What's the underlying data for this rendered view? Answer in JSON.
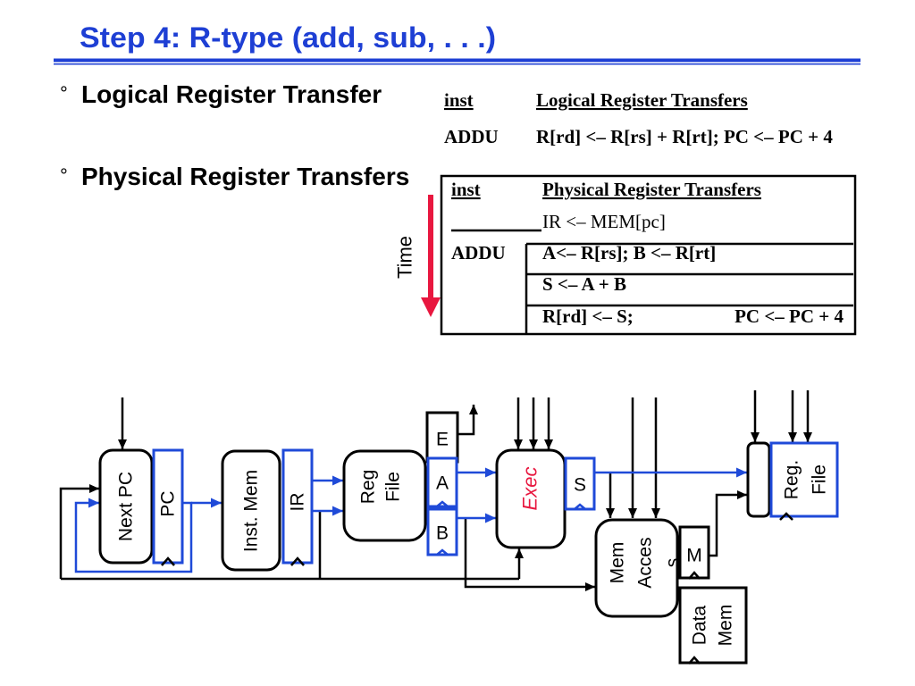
{
  "title": "Step 4: R-type (add, sub, . . .)",
  "bullets": [
    {
      "marker": "°",
      "text": "Logical Register Transfer"
    },
    {
      "marker": "°",
      "text": "Physical Register Transfers"
    }
  ],
  "logical_table": {
    "headers": [
      "inst",
      "Logical Register Transfers"
    ],
    "rows": [
      {
        "inst": "ADDU",
        "transfer": "R[rd] <– R[rs] + R[rt]; PC <– PC + 4"
      }
    ]
  },
  "physical_table": {
    "headers": [
      "inst",
      "Physical Register Transfers"
    ],
    "rows": [
      {
        "inst": "",
        "transfer": "IR <– MEM[pc]"
      },
      {
        "inst": "ADDU",
        "transfer": "A<– R[rs]; B <– R[rt]"
      },
      {
        "inst": "",
        "transfer": "S <– A + B"
      },
      {
        "inst": "",
        "transfer": "R[rd] <– S;",
        "transfer_right": "PC <– PC + 4"
      }
    ]
  },
  "time_label": "Time",
  "datapath": {
    "next_pc": "Next PC",
    "pc": "PC",
    "inst_mem": "Inst. Mem",
    "ir": "IR",
    "reg_file": [
      "Reg",
      "File"
    ],
    "e": "E",
    "a": "A",
    "b": "B",
    "exec": "Exec",
    "s": "S",
    "mem_access": [
      "Mem",
      "Acces",
      "s"
    ],
    "m": "M",
    "data_mem": [
      "Data",
      "Mem"
    ],
    "reg_file_wb": [
      "Reg.",
      "File"
    ]
  },
  "colors": {
    "title": "#1e3fd4",
    "register_outline": "#1f4ad8",
    "data_wire": "#1f4ad8",
    "time_arrow": "#e8173f",
    "exec_label": "#e8173f",
    "control_wire": "#000000"
  }
}
